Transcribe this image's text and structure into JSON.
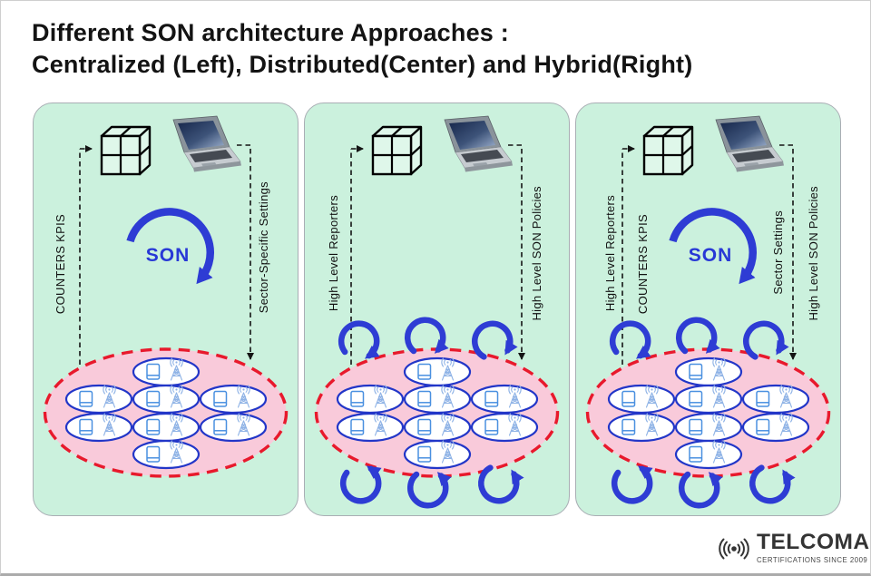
{
  "title": {
    "line1": "Different SON architecture Approaches :",
    "line2": "Centralized (Left), Distributed(Center) and Hybrid(Right)"
  },
  "panels": [
    {
      "architecture": "Centralized",
      "labels": {
        "left": "COUNTERS KPIS",
        "right": "Sector-Specific Settings"
      },
      "son": "SON"
    },
    {
      "architecture": "Distributed",
      "labels": {
        "left": "High Level Reporters",
        "right": "High Level SON Policies"
      }
    },
    {
      "architecture": "Hybrid",
      "labels": {
        "outer_left": "High Level Reporters",
        "inner_left": "COUNTERS KPIS",
        "inner_right": "Sector Settings",
        "outer_right": "High Level SON Policies"
      },
      "son": "SON"
    }
  ],
  "footer": {
    "brand": "TELCOMA",
    "tagline": "CERTIFICATIONS SINCE 2009"
  },
  "icons": {
    "cube": "wireframe-cube-icon",
    "laptop": "laptop-icon",
    "phone": "mobile-device-icon",
    "tower": "antenna-tower-icon",
    "son_arrow": "clockwise-loop-arrow-icon",
    "self_loop": "self-optimization-loop-arrow-icon",
    "logo_mark": "radio-signal-icon"
  },
  "colors": {
    "panel_bg": "#cbf1dd",
    "cluster_fill": "#f9cada",
    "cluster_border": "#e8192c",
    "arrow_blue": "#2e3cd4",
    "son_text": "#2838d6",
    "cell_border": "#2236c8",
    "phone_blue": "#4a90e0",
    "tower_blue": "#8fb3e6",
    "dashed_line": "#141414",
    "logo_gray": "#343434"
  }
}
